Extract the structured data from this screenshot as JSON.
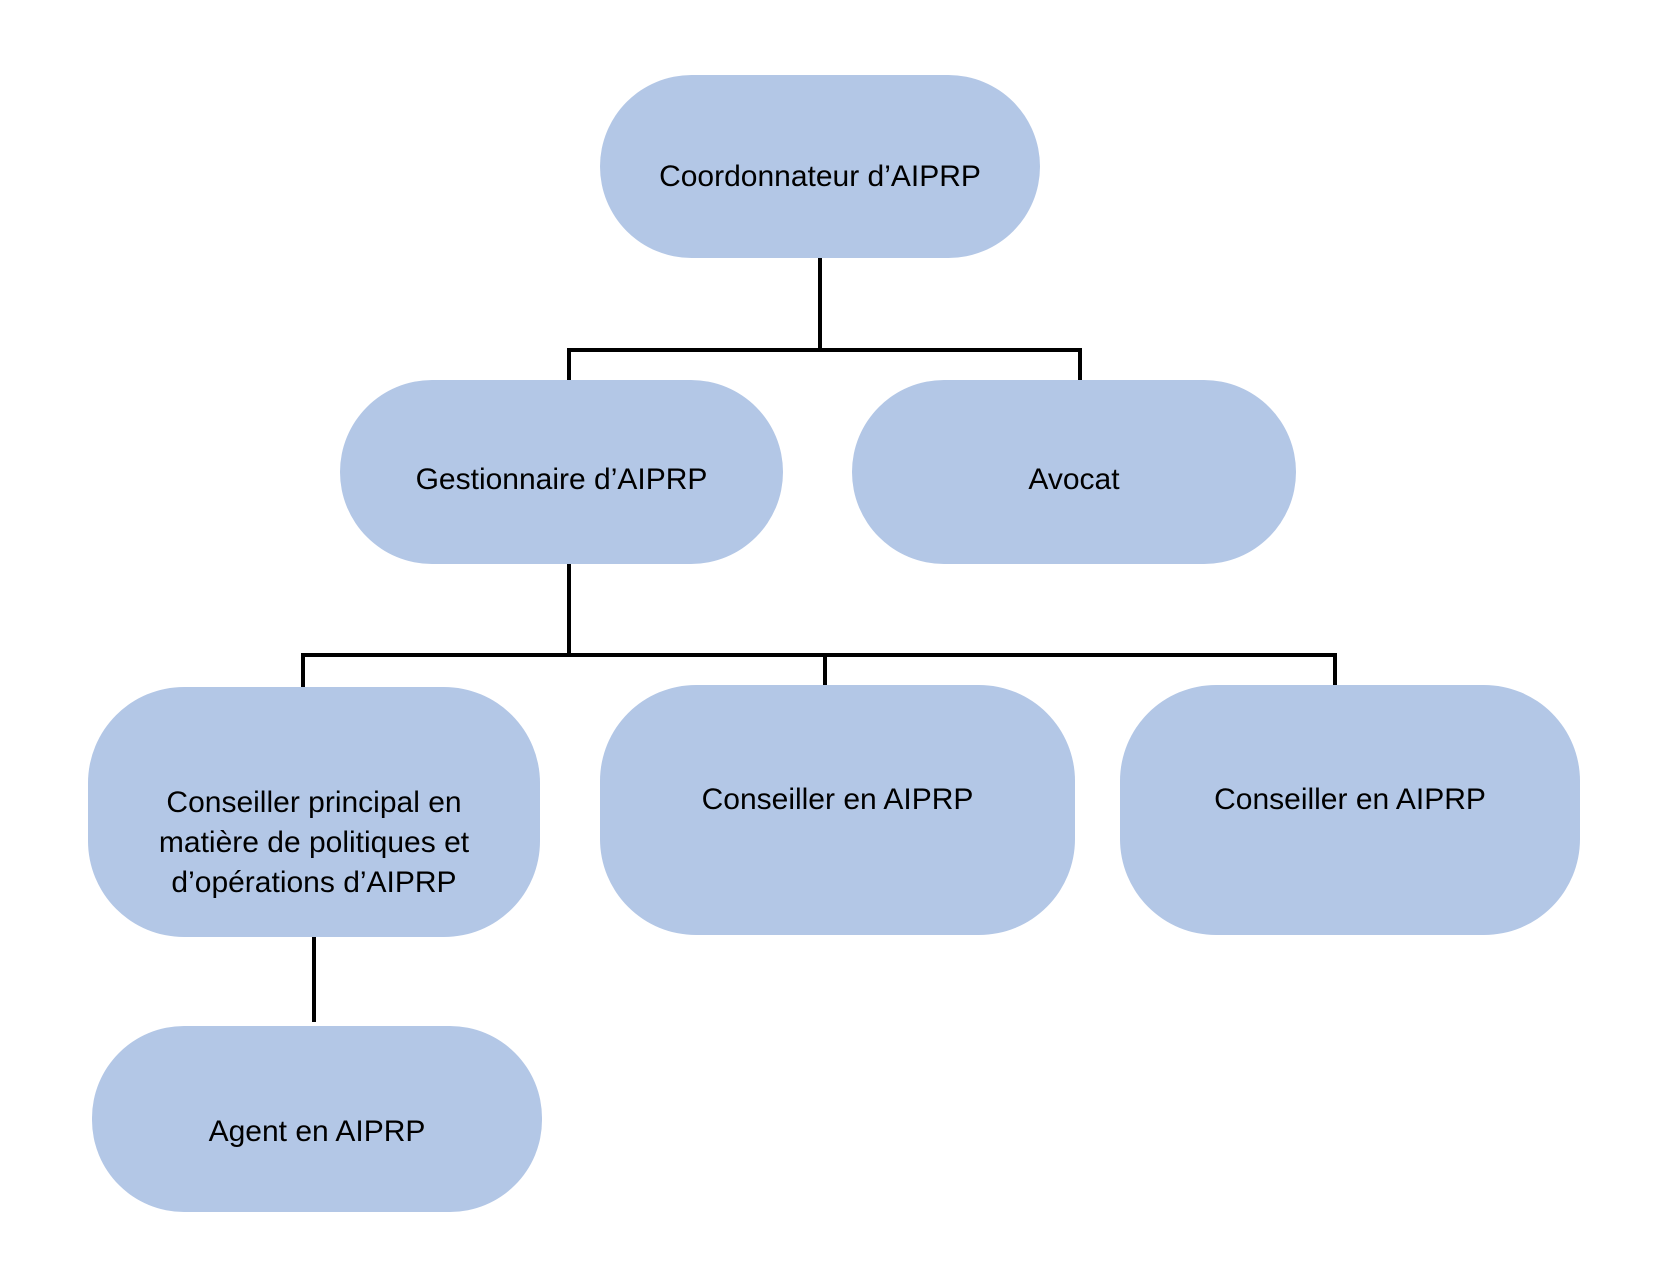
{
  "diagram": {
    "type": "org-chart",
    "language": "fr",
    "colors": {
      "node_fill": "#b3c7e6",
      "connector": "#000000",
      "background": "#ffffff",
      "text": "#000000"
    },
    "nodes": {
      "coordonnateur": {
        "label": "Coordonnateur d’AIPRP"
      },
      "gestionnaire": {
        "label": "Gestionnaire d’AIPRP"
      },
      "avocat": {
        "label": "Avocat"
      },
      "conseiller_principal": {
        "label": "Conseiller principal en\nmatière de politiques et\nd’opérations d’AIPRP"
      },
      "conseiller_aiprp_1": {
        "label": "Conseiller en AIPRP"
      },
      "conseiller_aiprp_2": {
        "label": "Conseiller en AIPRP"
      },
      "agent": {
        "label": "Agent en AIPRP"
      }
    },
    "edges": [
      {
        "from": "coordonnateur",
        "to": "gestionnaire"
      },
      {
        "from": "coordonnateur",
        "to": "avocat"
      },
      {
        "from": "gestionnaire",
        "to": "conseiller_principal"
      },
      {
        "from": "gestionnaire",
        "to": "conseiller_aiprp_1"
      },
      {
        "from": "gestionnaire",
        "to": "conseiller_aiprp_2"
      },
      {
        "from": "conseiller_principal",
        "to": "agent"
      }
    ]
  }
}
